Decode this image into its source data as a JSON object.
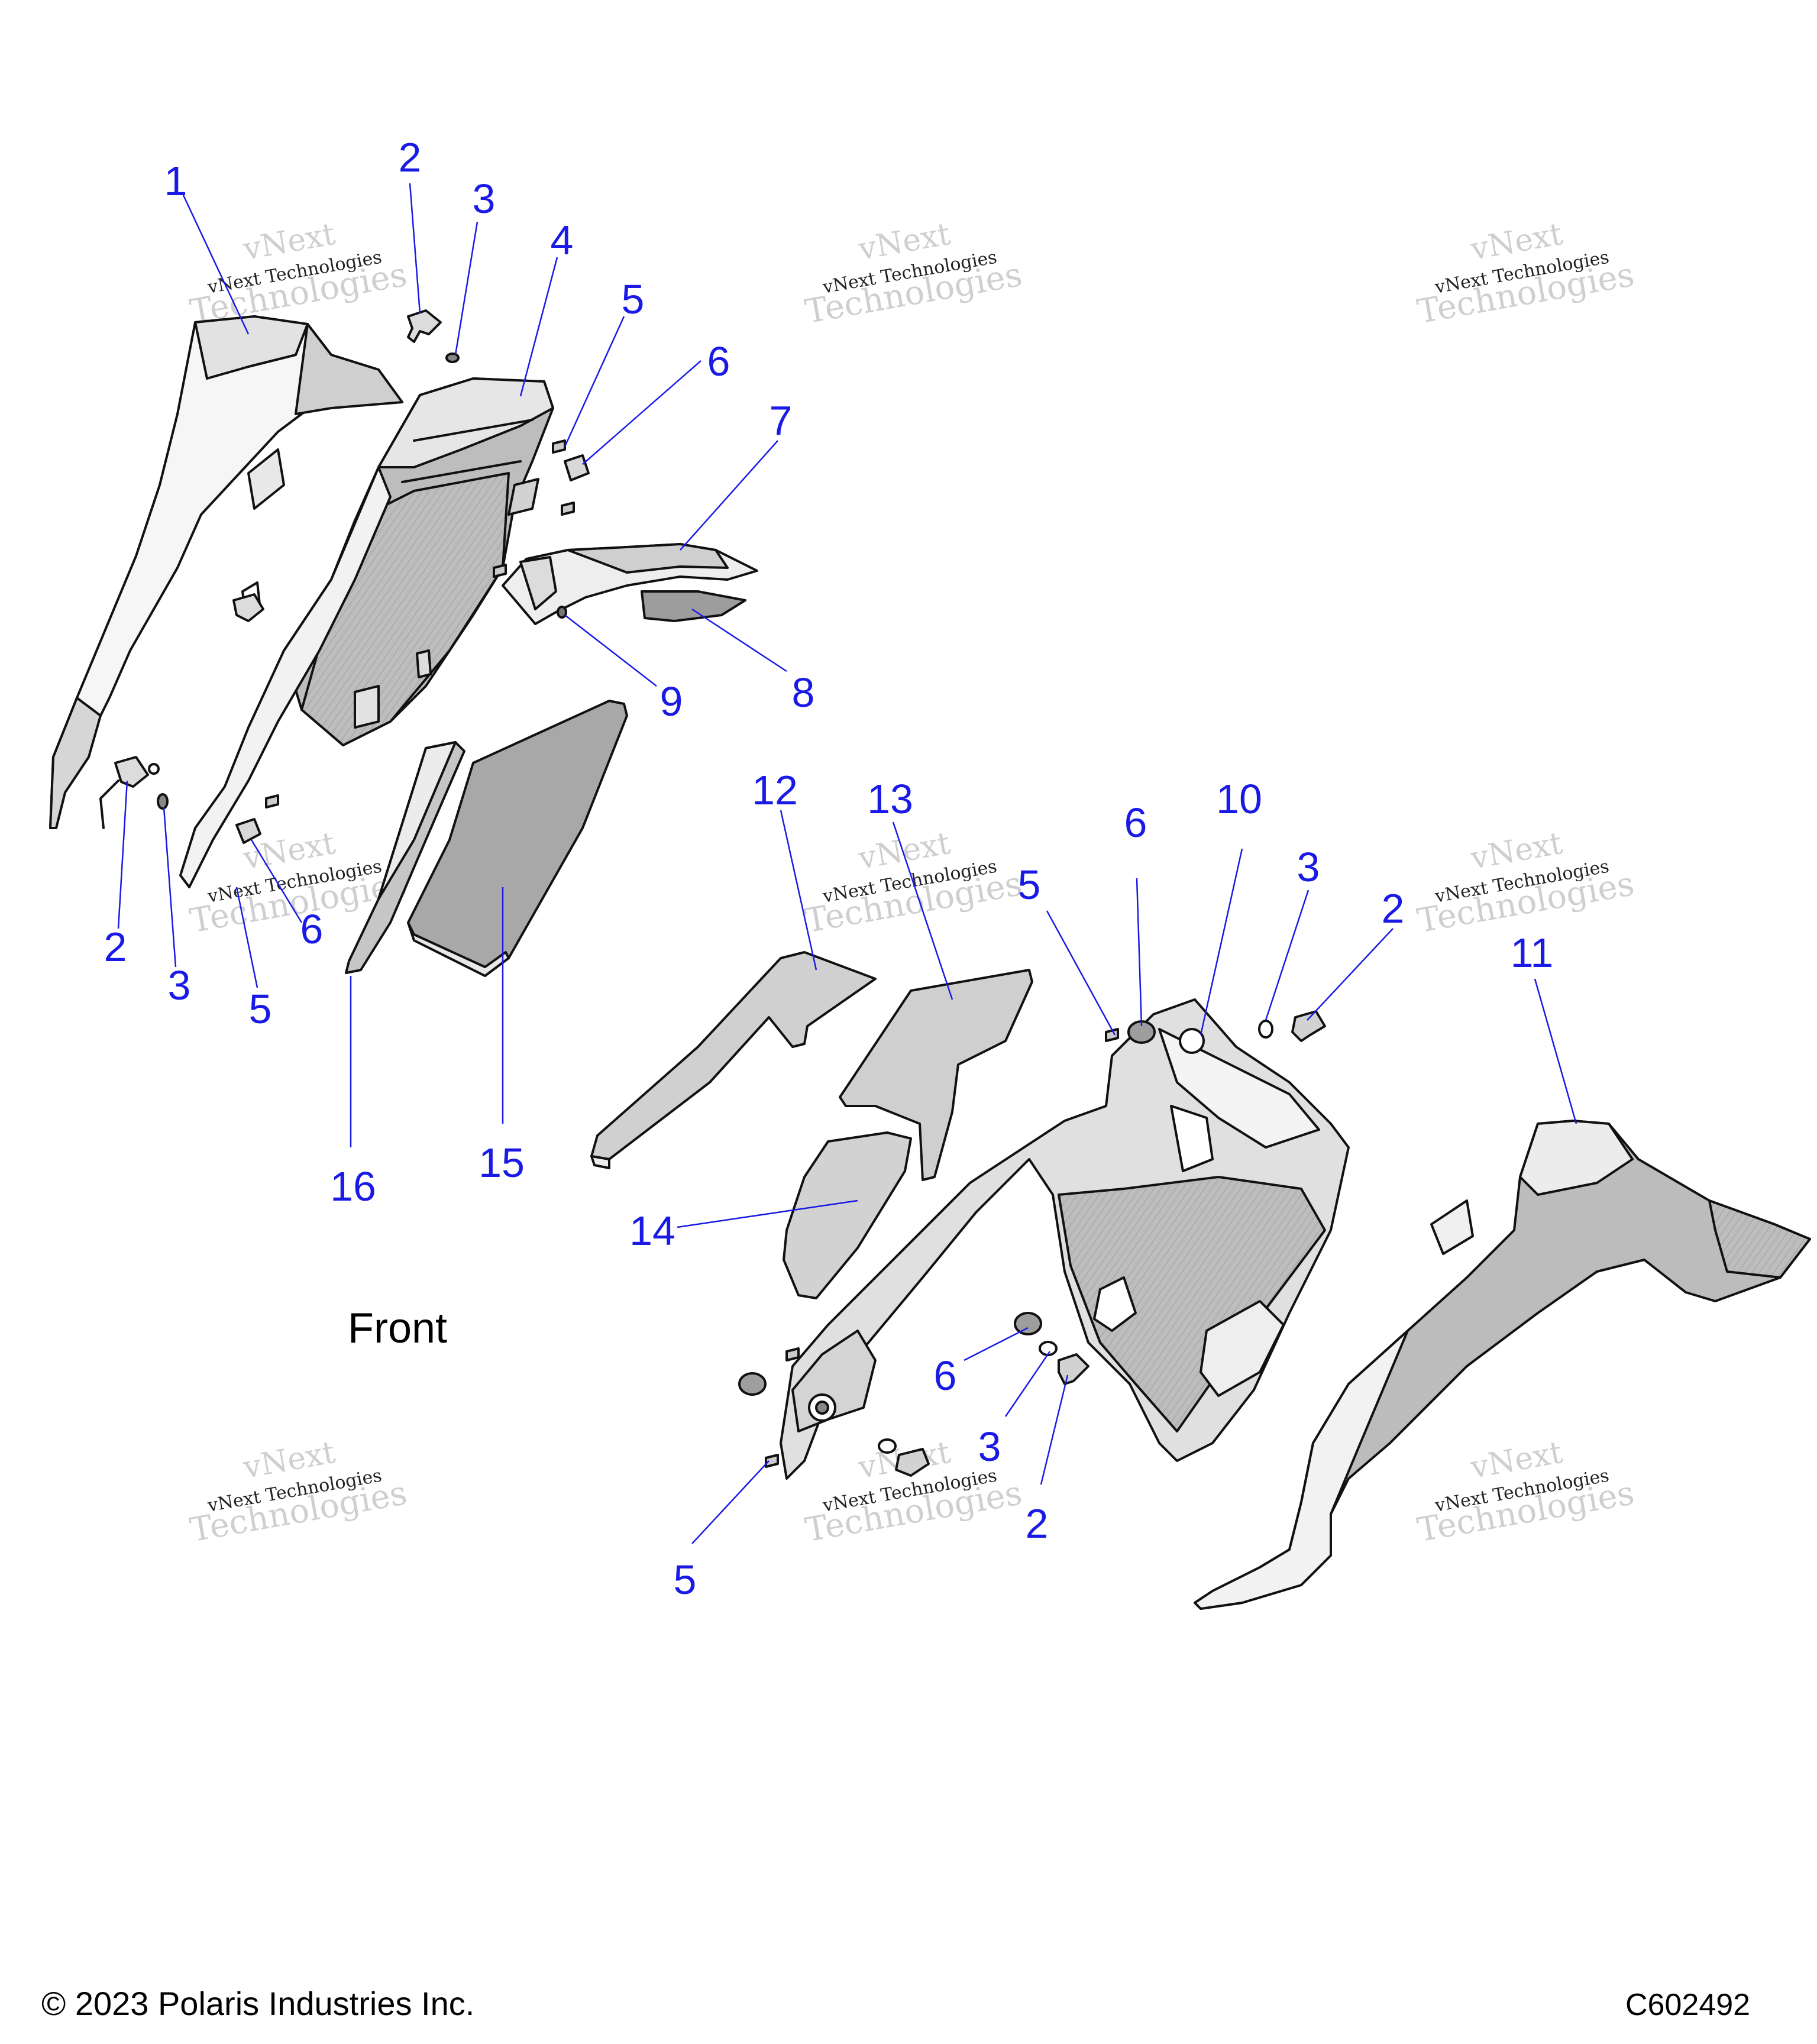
{
  "colors": {
    "callout": "#1a1ae6",
    "leader": "#1a1ae6",
    "outline": "#111111",
    "part_fill_light": "#f4f4f4",
    "part_fill_mid": "#c8c8c8",
    "part_fill_dark": "#9a9a9a",
    "watermark": "#c8c8c8"
  },
  "callouts": [
    "1",
    "2",
    "3",
    "4",
    "5",
    "6",
    "7",
    "8",
    "9",
    "2",
    "3",
    "5",
    "6",
    "16",
    "15",
    "12",
    "13",
    "14",
    "5",
    "6",
    "10",
    "3",
    "2",
    "11",
    "6",
    "3",
    "2",
    "5"
  ],
  "watermark": {
    "line1": "vNext",
    "line2": "vNext Technologies",
    "line3": "Technologies"
  },
  "labels": {
    "front": "Front",
    "copyright": "© 2023 Polaris Industries Inc.",
    "reference": "C602492"
  }
}
